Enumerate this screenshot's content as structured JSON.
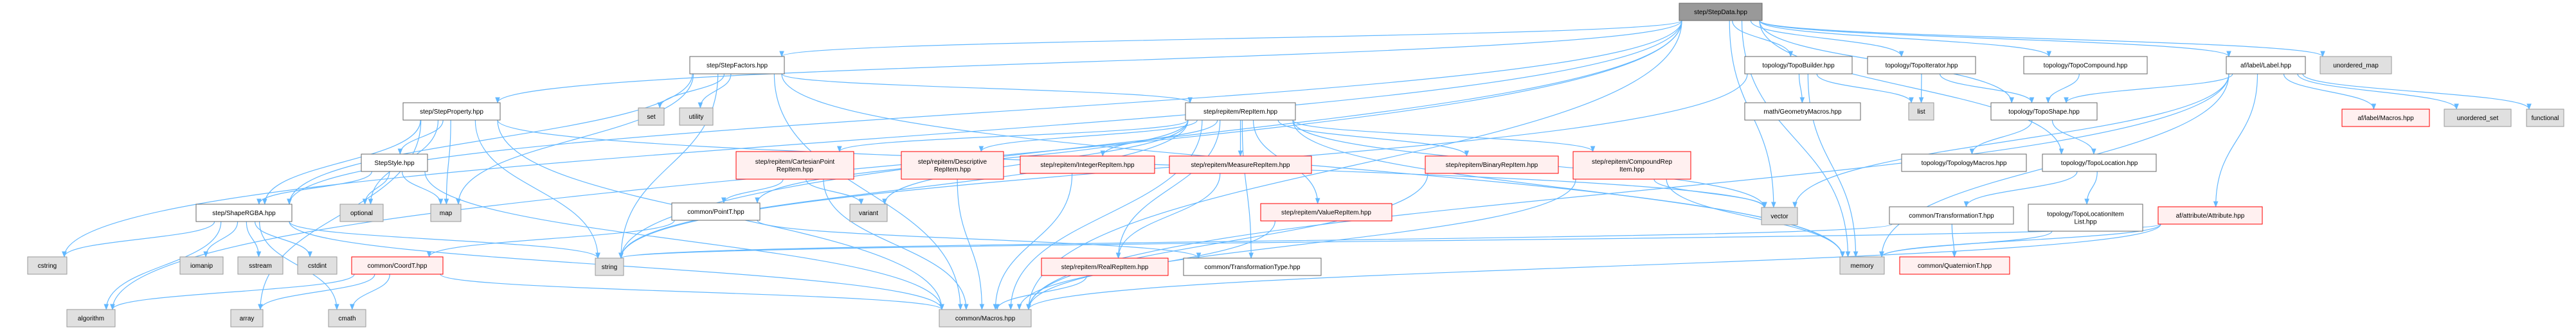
{
  "title": "step/StepData.hpp include dependency graph",
  "styles": {
    "root": {
      "fill": "#999999",
      "stroke": "#666666"
    },
    "project": {
      "fill": "#ffffff",
      "stroke": "#666666"
    },
    "missing": {
      "fill": "#fff0f0",
      "stroke": "#ff0000"
    },
    "system": {
      "fill": "#e0e0e0",
      "stroke": "#999999"
    },
    "edge_color": "#63b8ff"
  },
  "nodes": [
    {
      "id": "StepData",
      "lines": [
        "step/StepData.hpp"
      ],
      "kind": "root"
    },
    {
      "id": "StepFactors",
      "lines": [
        "step/StepFactors.hpp"
      ],
      "kind": "project"
    },
    {
      "id": "TopoBuilder",
      "lines": [
        "topology/TopoBuilder.hpp"
      ],
      "kind": "project"
    },
    {
      "id": "TopoIterator",
      "lines": [
        "topology/TopoIterator.hpp"
      ],
      "kind": "project"
    },
    {
      "id": "TopoCompound",
      "lines": [
        "topology/TopoCompound.hpp"
      ],
      "kind": "project"
    },
    {
      "id": "Label",
      "lines": [
        "af/label/Label.hpp"
      ],
      "kind": "project"
    },
    {
      "id": "unordered_map",
      "lines": [
        "unordered_map"
      ],
      "kind": "system"
    },
    {
      "id": "StepProperty",
      "lines": [
        "step/StepProperty.hpp"
      ],
      "kind": "project"
    },
    {
      "id": "set",
      "lines": [
        "set"
      ],
      "kind": "system"
    },
    {
      "id": "utility",
      "lines": [
        "utility"
      ],
      "kind": "system"
    },
    {
      "id": "RepItem",
      "lines": [
        "step/repitem/RepItem.hpp"
      ],
      "kind": "project"
    },
    {
      "id": "GeometryMacros",
      "lines": [
        "math/GeometryMacros.hpp"
      ],
      "kind": "project"
    },
    {
      "id": "list",
      "lines": [
        "list"
      ],
      "kind": "system"
    },
    {
      "id": "TopoShape",
      "lines": [
        "topology/TopoShape.hpp"
      ],
      "kind": "project"
    },
    {
      "id": "LabelMacros",
      "lines": [
        "af/label/Macros.hpp"
      ],
      "kind": "missing"
    },
    {
      "id": "unordered_set",
      "lines": [
        "unordered_set"
      ],
      "kind": "system"
    },
    {
      "id": "functional",
      "lines": [
        "functional"
      ],
      "kind": "system"
    },
    {
      "id": "StepStyle",
      "lines": [
        "StepStyle.hpp"
      ],
      "kind": "project"
    },
    {
      "id": "CartesianPoint",
      "lines": [
        "step/repitem/CartesianPoint",
        "RepItem.hpp"
      ],
      "kind": "missing"
    },
    {
      "id": "Descriptive",
      "lines": [
        "step/repitem/Descriptive",
        "RepItem.hpp"
      ],
      "kind": "missing"
    },
    {
      "id": "IntegerRepItem",
      "lines": [
        "step/repitem/IntegerRepItem.hpp"
      ],
      "kind": "missing"
    },
    {
      "id": "MeasureRepItem",
      "lines": [
        "step/repitem/MeasureRepItem.hpp"
      ],
      "kind": "missing"
    },
    {
      "id": "BinaryRepItem",
      "lines": [
        "step/repitem/BinaryRepItem.hpp"
      ],
      "kind": "missing"
    },
    {
      "id": "CompoundRepItem",
      "lines": [
        "step/repitem/CompoundRep",
        "Item.hpp"
      ],
      "kind": "missing"
    },
    {
      "id": "TopologyMacros",
      "lines": [
        "topology/TopologyMacros.hpp"
      ],
      "kind": "project"
    },
    {
      "id": "TopoLocation",
      "lines": [
        "topology/TopoLocation.hpp"
      ],
      "kind": "project"
    },
    {
      "id": "ShapeRGBA",
      "lines": [
        "step/ShapeRGBA.hpp"
      ],
      "kind": "project"
    },
    {
      "id": "optional",
      "lines": [
        "optional"
      ],
      "kind": "system"
    },
    {
      "id": "map",
      "lines": [
        "map"
      ],
      "kind": "system"
    },
    {
      "id": "PointT",
      "lines": [
        "common/PointT.hpp"
      ],
      "kind": "project"
    },
    {
      "id": "variant",
      "lines": [
        "variant"
      ],
      "kind": "system"
    },
    {
      "id": "ValueRepItem",
      "lines": [
        "step/repitem/ValueRepItem.hpp"
      ],
      "kind": "missing"
    },
    {
      "id": "vector",
      "lines": [
        "vector"
      ],
      "kind": "system"
    },
    {
      "id": "TransformationT",
      "lines": [
        "common/TransformationT.hpp"
      ],
      "kind": "project"
    },
    {
      "id": "TopoLocationItemList",
      "lines": [
        "topology/TopoLocationItem",
        "List.hpp"
      ],
      "kind": "project"
    },
    {
      "id": "Attribute",
      "lines": [
        "af/attribute/Attribute.hpp"
      ],
      "kind": "missing"
    },
    {
      "id": "cstring",
      "lines": [
        "cstring"
      ],
      "kind": "system"
    },
    {
      "id": "iomanip",
      "lines": [
        "iomanip"
      ],
      "kind": "system"
    },
    {
      "id": "sstream",
      "lines": [
        "sstream"
      ],
      "kind": "system"
    },
    {
      "id": "cstdint",
      "lines": [
        "cstdint"
      ],
      "kind": "system"
    },
    {
      "id": "CoordT",
      "lines": [
        "common/CoordT.hpp"
      ],
      "kind": "missing"
    },
    {
      "id": "string",
      "lines": [
        "string"
      ],
      "kind": "system"
    },
    {
      "id": "RealRepItem",
      "lines": [
        "step/repitem/RealRepItem.hpp"
      ],
      "kind": "missing"
    },
    {
      "id": "TransformationType",
      "lines": [
        "common/TransformationType.hpp"
      ],
      "kind": "project"
    },
    {
      "id": "memory",
      "lines": [
        "memory"
      ],
      "kind": "system"
    },
    {
      "id": "QuaternionT",
      "lines": [
        "common/QuaternionT.hpp"
      ],
      "kind": "missing"
    },
    {
      "id": "algorithm",
      "lines": [
        "algorithm"
      ],
      "kind": "system"
    },
    {
      "id": "array",
      "lines": [
        "array"
      ],
      "kind": "system"
    },
    {
      "id": "cmath",
      "lines": [
        "cmath"
      ],
      "kind": "system"
    },
    {
      "id": "CommonMacros",
      "lines": [
        "common/Macros.hpp"
      ],
      "kind": "system"
    }
  ],
  "edges": [
    [
      "StepData",
      "StepFactors"
    ],
    [
      "StepData",
      "TopoBuilder"
    ],
    [
      "StepData",
      "TopoIterator"
    ],
    [
      "StepData",
      "TopoCompound"
    ],
    [
      "StepData",
      "Label"
    ],
    [
      "StepData",
      "unordered_map"
    ],
    [
      "StepData",
      "StepProperty"
    ],
    [
      "StepData",
      "ShapeRGBA"
    ],
    [
      "StepData",
      "cstring"
    ],
    [
      "StepData",
      "algorithm"
    ],
    [
      "StepData",
      "string"
    ],
    [
      "StepData",
      "vector"
    ],
    [
      "StepData",
      "memory"
    ],
    [
      "StepData",
      "TopoShape"
    ],
    [
      "StepData",
      "TopoLocation"
    ],
    [
      "StepData",
      "CommonMacros"
    ],
    [
      "StepFactors",
      "set"
    ],
    [
      "StepFactors",
      "utility"
    ],
    [
      "StepFactors",
      "RepItem"
    ],
    [
      "StepFactors",
      "map"
    ],
    [
      "StepFactors",
      "string"
    ],
    [
      "StepFactors",
      "memory"
    ],
    [
      "StepFactors",
      "CommonMacros"
    ],
    [
      "StepFactors",
      "ShapeRGBA"
    ],
    [
      "TopoBuilder",
      "GeometryMacros"
    ],
    [
      "TopoBuilder",
      "list"
    ],
    [
      "TopoBuilder",
      "memory"
    ],
    [
      "TopoBuilder",
      "string"
    ],
    [
      "TopoIterator",
      "list"
    ],
    [
      "TopoIterator",
      "TopoShape"
    ],
    [
      "TopoCompound",
      "TopoShape"
    ],
    [
      "Label",
      "TopoShape"
    ],
    [
      "Label",
      "LabelMacros"
    ],
    [
      "Label",
      "unordered_set"
    ],
    [
      "Label",
      "functional"
    ],
    [
      "Label",
      "Attribute"
    ],
    [
      "Label",
      "vector"
    ],
    [
      "Label",
      "memory"
    ],
    [
      "Label",
      "CommonMacros"
    ],
    [
      "TopoShape",
      "TopologyMacros"
    ],
    [
      "TopoShape",
      "TopoLocation"
    ],
    [
      "TopoLocation",
      "TransformationT"
    ],
    [
      "TopoLocation",
      "TopoLocationItemList"
    ],
    [
      "TransformationT",
      "QuaternionT"
    ],
    [
      "TransformationT",
      "string"
    ],
    [
      "TopoLocationItemList",
      "memory"
    ],
    [
      "Attribute",
      "memory"
    ],
    [
      "Attribute",
      "CommonMacros"
    ],
    [
      "Attribute",
      "string"
    ],
    [
      "StepProperty",
      "StepStyle"
    ],
    [
      "StepProperty",
      "ShapeRGBA"
    ],
    [
      "StepProperty",
      "map"
    ],
    [
      "StepProperty",
      "optional"
    ],
    [
      "StepProperty",
      "string"
    ],
    [
      "StepProperty",
      "CommonMacros"
    ],
    [
      "StepProperty",
      "vector"
    ],
    [
      "StepProperty",
      "array"
    ],
    [
      "StepStyle",
      "ShapeRGBA"
    ],
    [
      "StepStyle",
      "optional"
    ],
    [
      "StepStyle",
      "map"
    ],
    [
      "StepStyle",
      "CommonMacros"
    ],
    [
      "RepItem",
      "CartesianPoint"
    ],
    [
      "RepItem",
      "Descriptive"
    ],
    [
      "RepItem",
      "IntegerRepItem"
    ],
    [
      "RepItem",
      "MeasureRepItem"
    ],
    [
      "RepItem",
      "BinaryRepItem"
    ],
    [
      "RepItem",
      "CompoundRepItem"
    ],
    [
      "RepItem",
      "ValueRepItem"
    ],
    [
      "RepItem",
      "RealRepItem"
    ],
    [
      "RepItem",
      "variant"
    ],
    [
      "RepItem",
      "vector"
    ],
    [
      "RepItem",
      "memory"
    ],
    [
      "RepItem",
      "PointT"
    ],
    [
      "RepItem",
      "string"
    ],
    [
      "RepItem",
      "CommonMacros"
    ],
    [
      "RepItem",
      "TransformationType"
    ],
    [
      "CartesianPoint",
      "PointT"
    ],
    [
      "CartesianPoint",
      "variant"
    ],
    [
      "CartesianPoint",
      "CommonMacros"
    ],
    [
      "Descriptive",
      "CommonMacros"
    ],
    [
      "IntegerRepItem",
      "CommonMacros"
    ],
    [
      "MeasureRepItem",
      "RealRepItem"
    ],
    [
      "BinaryRepItem",
      "CommonMacros"
    ],
    [
      "CompoundRepItem",
      "vector"
    ],
    [
      "CompoundRepItem",
      "memory"
    ],
    [
      "CompoundRepItem",
      "CommonMacros"
    ],
    [
      "ValueRepItem",
      "CommonMacros"
    ],
    [
      "RealRepItem",
      "CommonMacros"
    ],
    [
      "PointT",
      "CoordT"
    ],
    [
      "PointT",
      "TransformationType"
    ],
    [
      "ShapeRGBA",
      "cstring"
    ],
    [
      "ShapeRGBA",
      "iomanip"
    ],
    [
      "ShapeRGBA",
      "sstream"
    ],
    [
      "ShapeRGBA",
      "cstdint"
    ],
    [
      "ShapeRGBA",
      "algorithm"
    ],
    [
      "ShapeRGBA",
      "cmath"
    ],
    [
      "ShapeRGBA",
      "string"
    ],
    [
      "ShapeRGBA",
      "CommonMacros"
    ],
    [
      "CoordT",
      "algorithm"
    ],
    [
      "CoordT",
      "array"
    ],
    [
      "CoordT",
      "cmath"
    ],
    [
      "CoordT",
      "CommonMacros"
    ]
  ]
}
